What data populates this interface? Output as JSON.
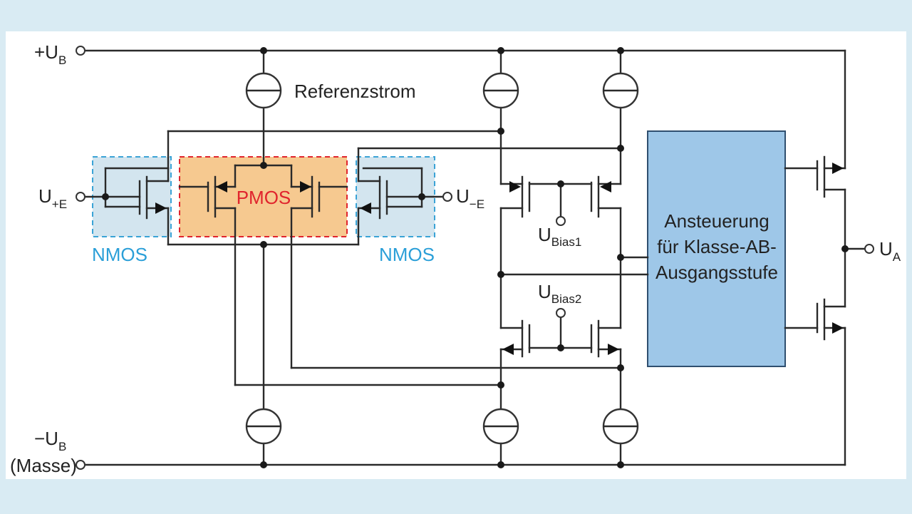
{
  "labels": {
    "plus_ub_main": "+U",
    "plus_ub_sub": "B",
    "minus_ub_main": "−U",
    "minus_ub_sub": "B",
    "masse": "(Masse)",
    "u_plus_e_main": "U",
    "u_plus_e_sub": "+E",
    "u_minus_e_main": "U",
    "u_minus_e_sub": "−E",
    "u_a_main": "U",
    "u_a_sub": "A",
    "u_bias1_main": "U",
    "u_bias1_sub": "Bias1",
    "u_bias2_main": "U",
    "u_bias2_sub": "Bias2",
    "referenzstrom": "Referenzstrom",
    "pmos": "PMOS",
    "nmos_left": "NMOS",
    "nmos_right": "NMOS",
    "control_line1": "Ansteuerung",
    "control_line2": "für Klasse-AB-",
    "control_line3": "Ausgangsstufe"
  },
  "colors": {
    "background": "#d9ebf3",
    "panel": "#ffffff",
    "nmos_box_fill": "#d3e5ef",
    "nmos_box_border": "#3aa3d6",
    "nmos_label": "#2b9fd8",
    "pmos_box_fill": "#f6c990",
    "pmos_box_border": "#e0242d",
    "pmos_label": "#e0242d",
    "control_box_fill": "#9ec7e8",
    "wire": "#2a2a2a"
  }
}
